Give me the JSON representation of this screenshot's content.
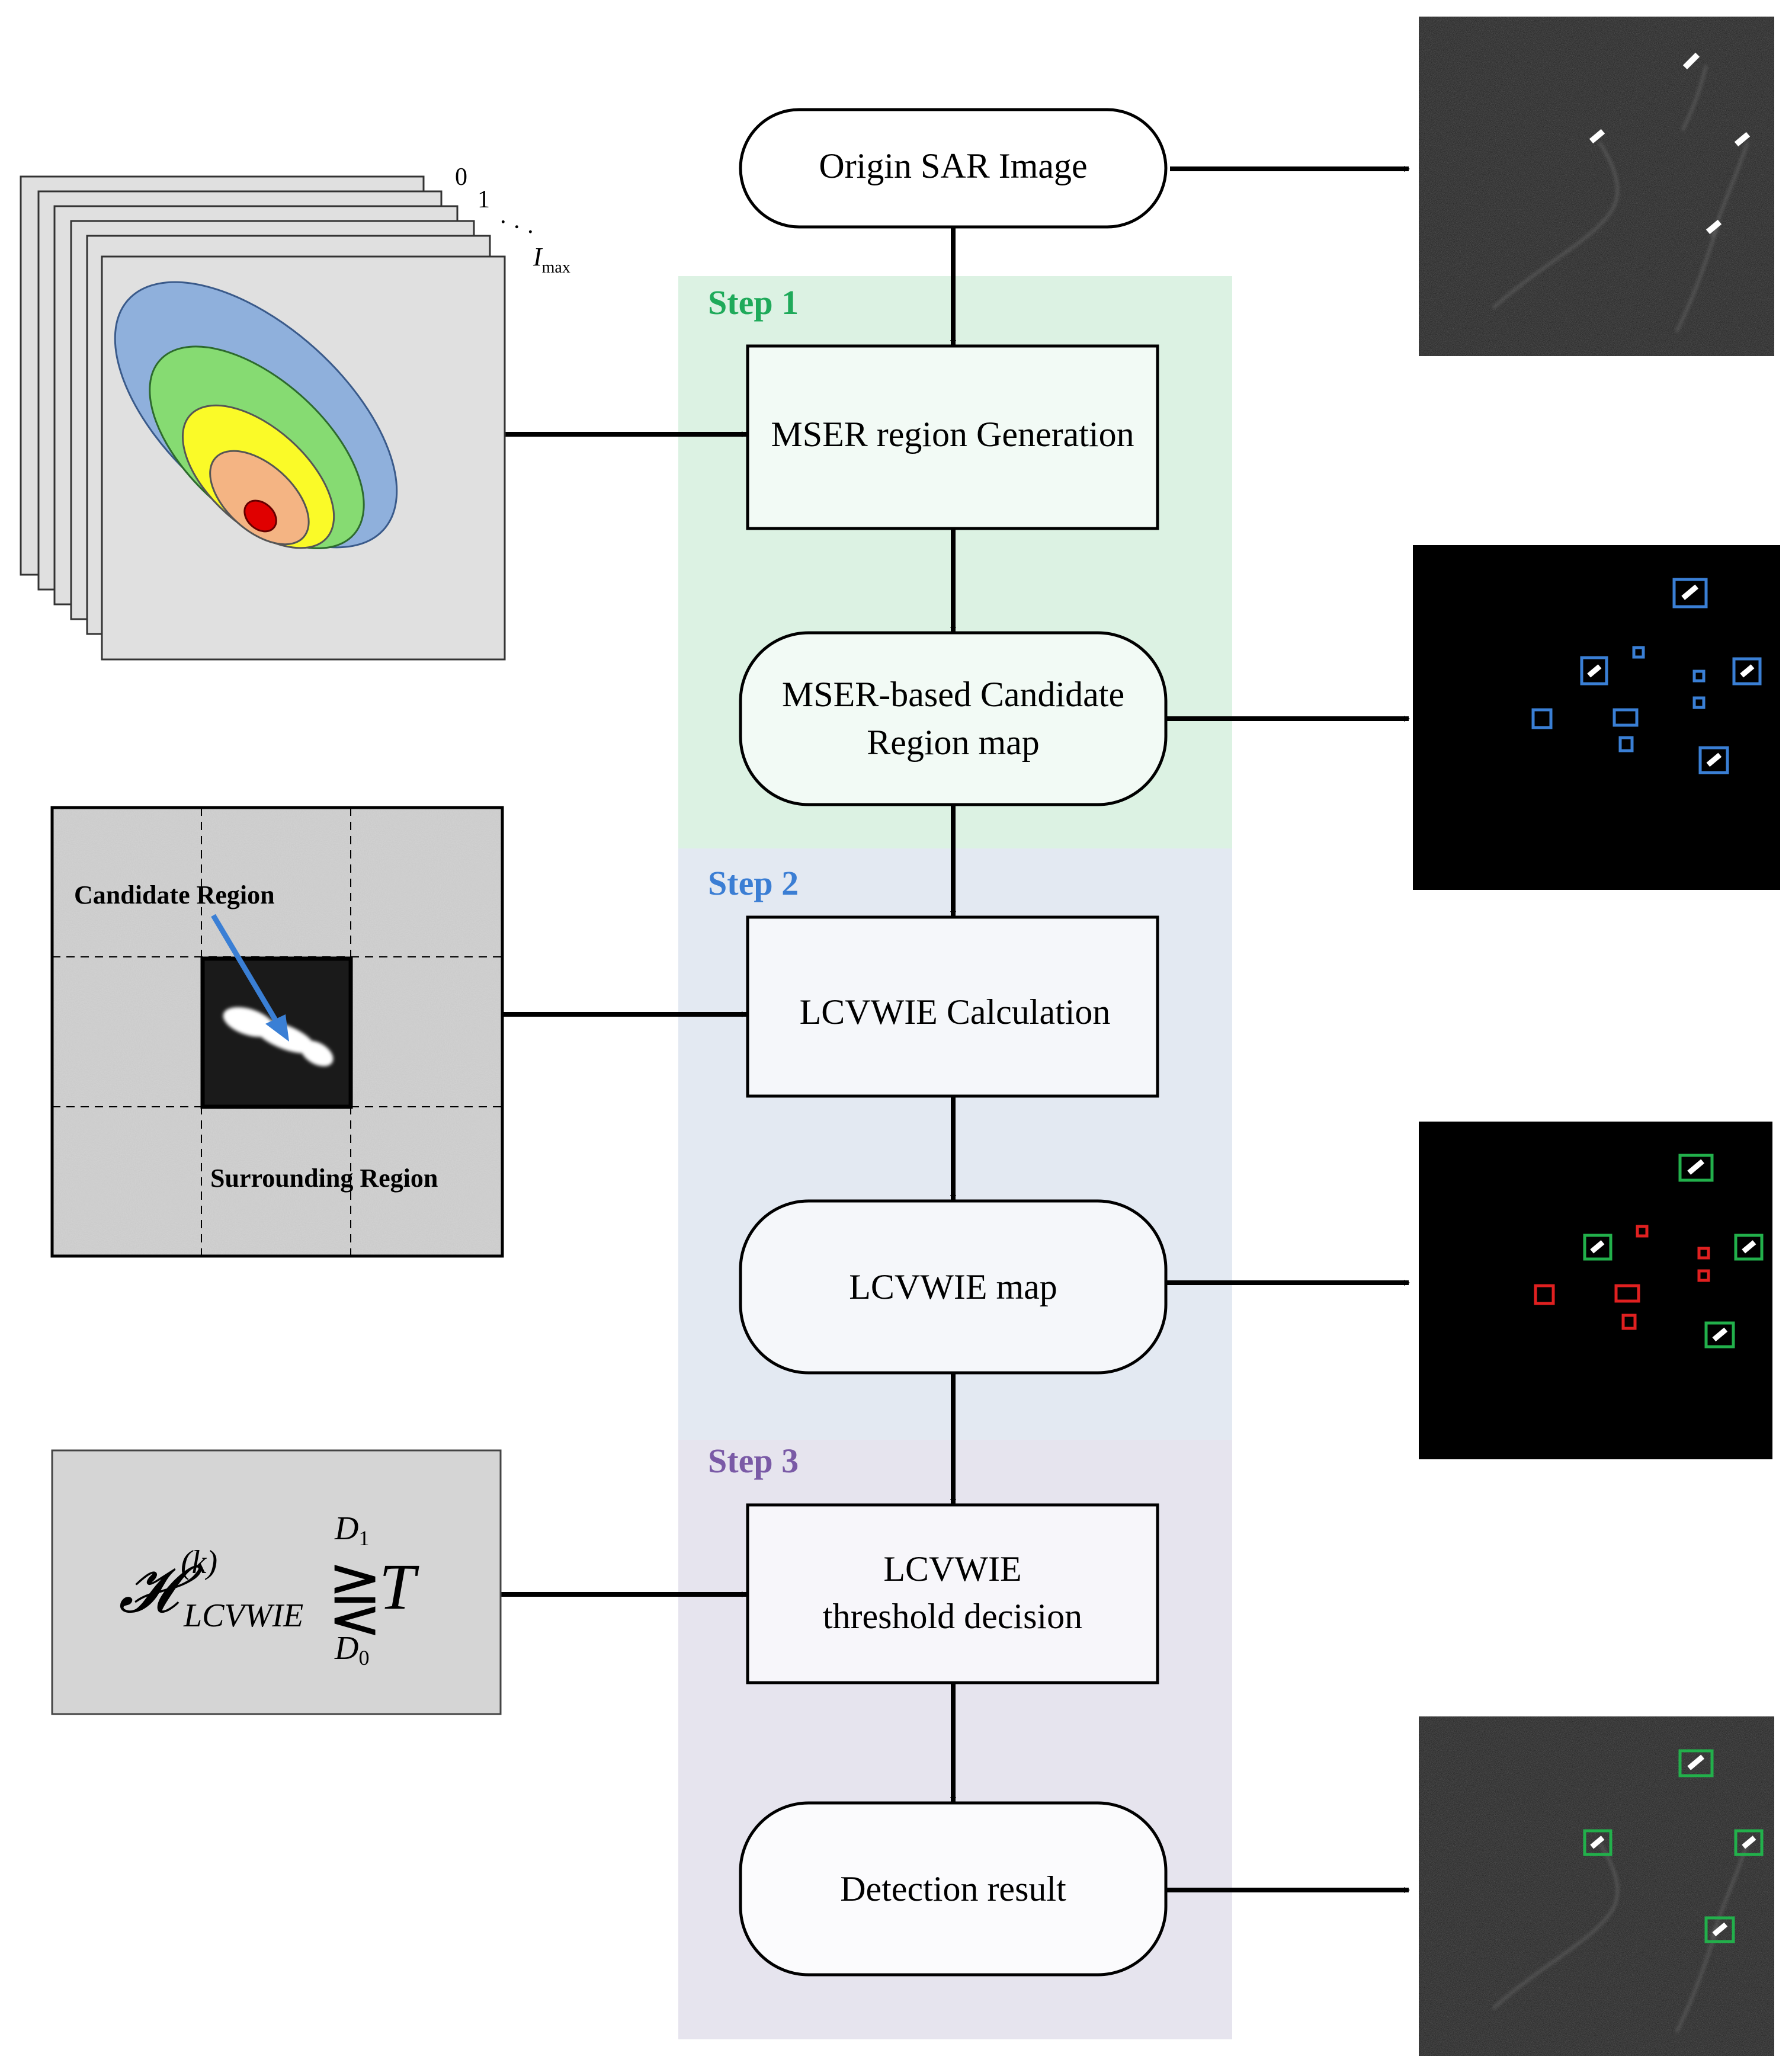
{
  "nodes": {
    "origin": "Origin SAR Image",
    "mser_gen": "MSER region Generation",
    "mser_map_line1": "MSER-based Candidate",
    "mser_map_line2": "Region map",
    "lcvwie_calc": "LCVWIE Calculation",
    "lcvwie_map": "LCVWIE map",
    "threshold_line1": "LCVWIE",
    "threshold_line2": "threshold decision",
    "detection": "Detection result"
  },
  "steps": [
    {
      "label": "Step 1",
      "color": "#1faa5a",
      "bg": "#dcf2e3"
    },
    {
      "label": "Step 2",
      "color": "#3b7ed4",
      "bg": "#e3e9f2"
    },
    {
      "label": "Step 3",
      "color": "#7a5aa6",
      "bg": "#e6e4ee"
    }
  ],
  "stack_labels": {
    "first": "0",
    "second": "1",
    "dots": "· · ·",
    "last_main": "I",
    "last_sub": "max"
  },
  "candidate_panel": {
    "candidate": "Candidate Region",
    "surrounding": "Surrounding Region"
  },
  "formula": {
    "symbol": "𝓗",
    "superscript": "(k)",
    "subscript": "LCVWIE",
    "relation": "⋛",
    "upper": "D",
    "upper_sub": "1",
    "lower": "D",
    "lower_sub": "0",
    "threshold": "T"
  },
  "box_colors": {
    "candidate": "#3a7fd5",
    "target": "#22b04b",
    "clutter": "#e02020"
  }
}
